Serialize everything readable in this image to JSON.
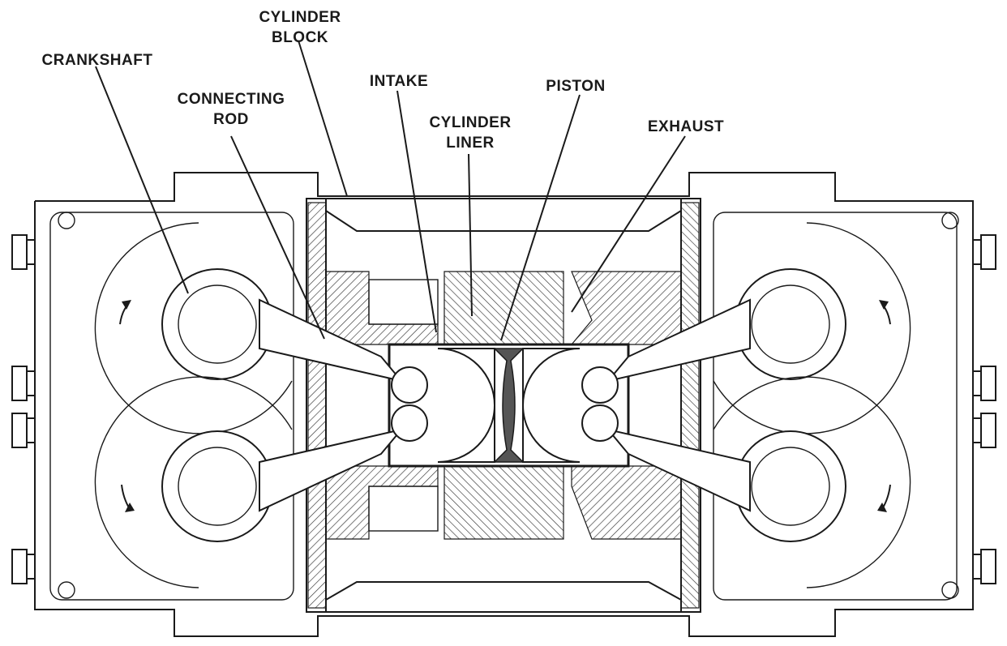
{
  "labels": {
    "cylinder_block": [
      "CYLINDER",
      "BLOCK"
    ],
    "crankshaft": "CRANKSHAFT",
    "connecting_rod": [
      "CONNECTING",
      "ROD"
    ],
    "intake": "INTAKE",
    "cylinder_liner": [
      "CYLINDER",
      "LINER"
    ],
    "piston": "PISTON",
    "exhaust": "EXHAUST"
  }
}
